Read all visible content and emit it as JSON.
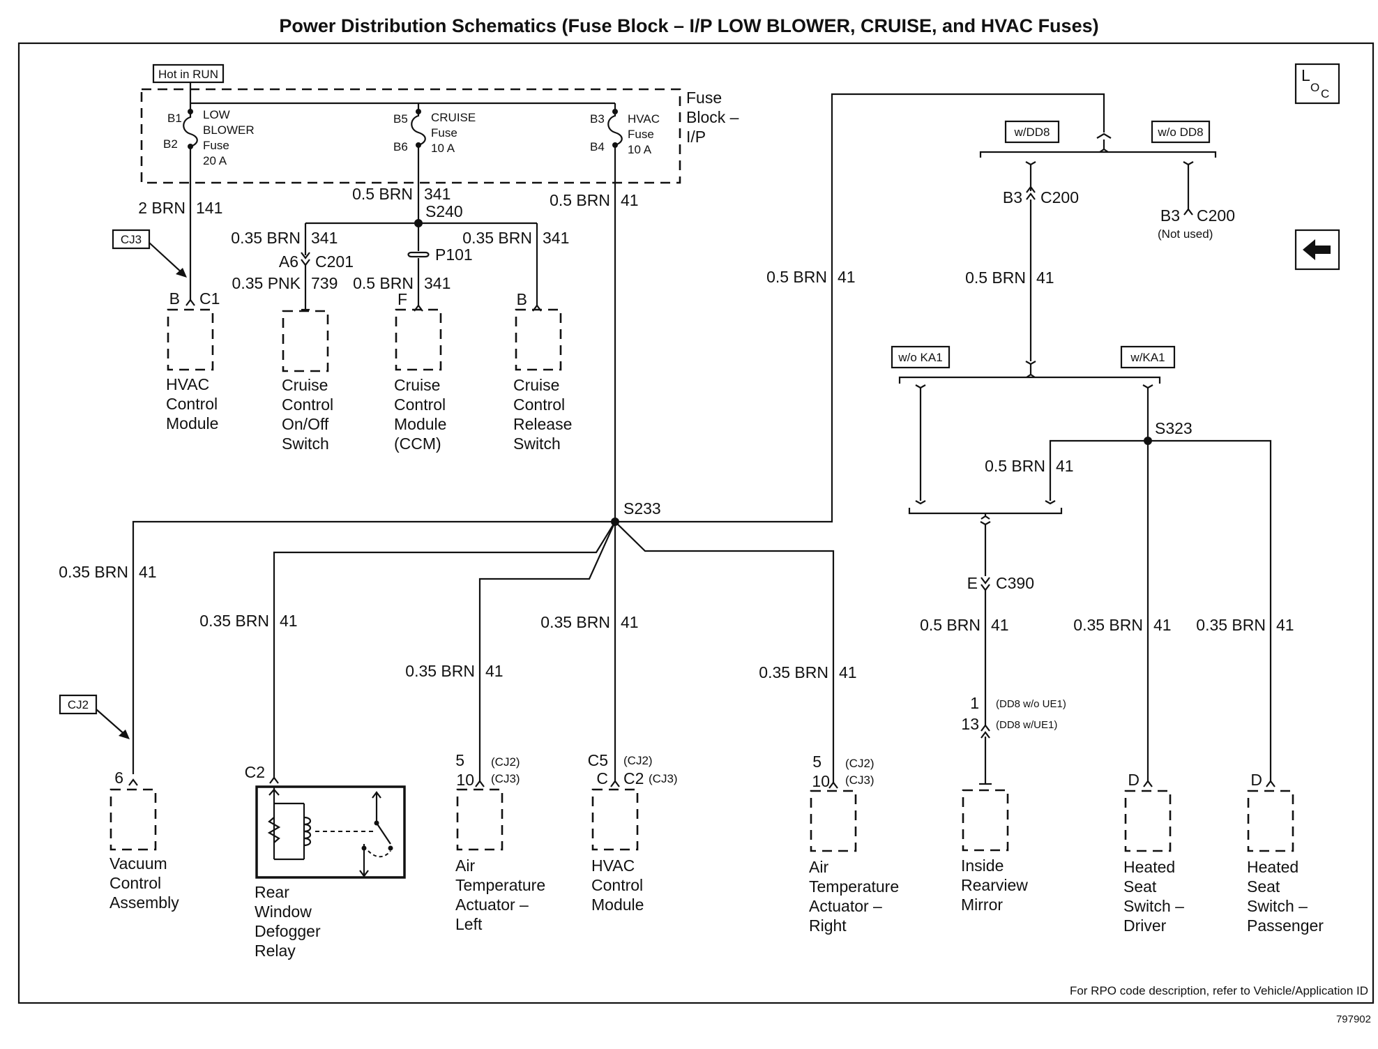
{
  "title": "Power Distribution Schematics (Fuse Block – I/P LOW BLOWER, CRUISE, and HVAC Fuses)",
  "footer_note": "For RPO code description, refer to Vehicle/Application ID",
  "figure_number": "797902",
  "icons": {
    "loc": "location-symbol-icon",
    "arrow": "back-arrow-icon"
  },
  "loc_symbol": {
    "l": "L",
    "o": "O",
    "c": "C"
  },
  "hot_in_run": "Hot in RUN",
  "fuse_block": [
    "Fuse",
    "Block –",
    "I/P"
  ],
  "fuses": {
    "low_blower": {
      "pin_in": "B1",
      "pin_out": "B2",
      "name": [
        "LOW",
        "BLOWER",
        "Fuse",
        "20 A"
      ]
    },
    "cruise": {
      "pin_in": "B5",
      "pin_out": "B6",
      "name": [
        "CRUISE",
        "Fuse",
        "10 A"
      ]
    },
    "hvac": {
      "pin_in": "B3",
      "pin_out": "B4",
      "name": [
        "HVAC",
        "Fuse",
        "10 A"
      ]
    }
  },
  "wires": {
    "w141": {
      "size": "2 BRN",
      "circuit": "141"
    },
    "w341_main": {
      "size": "0.5 BRN",
      "circuit": "341"
    },
    "w41_hvac": {
      "size": "0.5 BRN",
      "circuit": "41"
    },
    "w341_left": {
      "size": "0.35 BRN",
      "circuit": "341"
    },
    "w341_right": {
      "size": "0.35 BRN",
      "circuit": "341"
    },
    "w739": {
      "size": "0.35 PNK",
      "circuit": "739"
    },
    "w341_ccm": {
      "size": "0.5 BRN",
      "circuit": "341"
    },
    "w41_vac": {
      "size": "0.35 BRN",
      "circuit": "41"
    },
    "w41_defog": {
      "size": "0.35 BRN",
      "circuit": "41"
    },
    "w41_atl": {
      "size": "0.35 BRN",
      "circuit": "41"
    },
    "w41_hvac2": {
      "size": "0.35 BRN",
      "circuit": "41"
    },
    "w41_atr": {
      "size": "0.35 BRN",
      "circuit": "41"
    },
    "w41_up": {
      "size": "0.5 BRN",
      "circuit": "41"
    },
    "w41_c200": {
      "size": "0.5 BRN",
      "circuit": "41"
    },
    "w41_s323": {
      "size": "0.5 BRN",
      "circuit": "41"
    },
    "w41_mirror": {
      "size": "0.5 BRN",
      "circuit": "41"
    },
    "w41_driver": {
      "size": "0.35 BRN",
      "circuit": "41"
    },
    "w41_pass": {
      "size": "0.35 BRN",
      "circuit": "41"
    }
  },
  "splices": {
    "s240": "S240",
    "s233": "S233",
    "s323": "S323",
    "p101": "P101"
  },
  "tags": {
    "cj3": "CJ3",
    "cj2": "CJ2",
    "wdd8": "w/DD8",
    "wodd8": "w/o DD8",
    "woka1": "w/o KA1",
    "wka1": "w/KA1"
  },
  "connectors": {
    "c1": {
      "pin": "B",
      "name": "C1"
    },
    "c201": {
      "pin": "A6",
      "name": "C201"
    },
    "ccm_pin": "F",
    "release_pin": "B",
    "c200_dd8": {
      "pin": "B3",
      "name": "C200"
    },
    "c200_nodd8": {
      "pin": "B3",
      "name": "C200",
      "note": "(Not used)"
    },
    "c390": {
      "pin": "E",
      "name": "C390"
    },
    "vac_pin": "6",
    "defog_pin": "C2",
    "atl": {
      "pin1": "5",
      "note1": "(CJ2)",
      "pin2": "10",
      "note2": "(CJ3)"
    },
    "hvac2": {
      "pin1": "C5",
      "note1": "(CJ2)",
      "pin2a": "C",
      "pin2b": "C2",
      "note2": "(CJ3)"
    },
    "atr": {
      "pin1": "5",
      "note1": "(CJ2)",
      "pin2": "10",
      "note2": "(CJ3)"
    },
    "mirror": {
      "pin1": "1",
      "note1": "(DD8 w/o UE1)",
      "pin2": "13",
      "note2": "(DD8 w/UE1)"
    },
    "driver_pin": "D",
    "pass_pin": "D"
  },
  "components": {
    "hvac_module_top": [
      "HVAC",
      "Control",
      "Module"
    ],
    "cruise_switch": [
      "Cruise",
      "Control",
      "On/Off",
      "Switch"
    ],
    "ccm": [
      "Cruise",
      "Control",
      "Module",
      "(CCM)"
    ],
    "release_switch": [
      "Cruise",
      "Control",
      "Release",
      "Switch"
    ],
    "vacuum": [
      "Vacuum",
      "Control",
      "Assembly"
    ],
    "defogger": [
      "Rear",
      "Window",
      "Defogger",
      "Relay"
    ],
    "atl": [
      "Air",
      "Temperature",
      "Actuator –",
      "Left"
    ],
    "hvac_module_bottom": [
      "HVAC",
      "Control",
      "Module"
    ],
    "atr": [
      "Air",
      "Temperature",
      "Actuator –",
      "Right"
    ],
    "mirror": [
      "Inside",
      "Rearview",
      "Mirror"
    ],
    "seat_driver": [
      "Heated",
      "Seat",
      "Switch –",
      "Driver"
    ],
    "seat_pass": [
      "Heated",
      "Seat",
      "Switch –",
      "Passenger"
    ]
  }
}
